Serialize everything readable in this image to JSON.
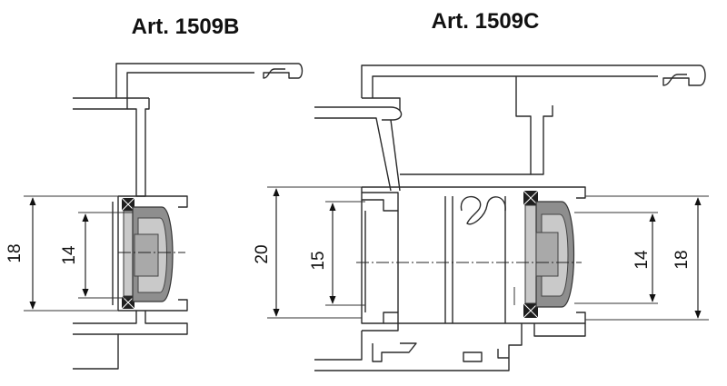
{
  "drawings": [
    {
      "title": "Art. 1509B",
      "dimensions": [
        "18",
        "14"
      ]
    },
    {
      "title": "Art. 1509C",
      "dimensions": [
        "20",
        "15",
        "14",
        "18"
      ]
    }
  ],
  "colors": {
    "line": "#2a2a2a",
    "gasket_dark": "#8e8e8e",
    "gasket_light": "#c9c9c9",
    "seal_black": "#1e1e1e"
  }
}
